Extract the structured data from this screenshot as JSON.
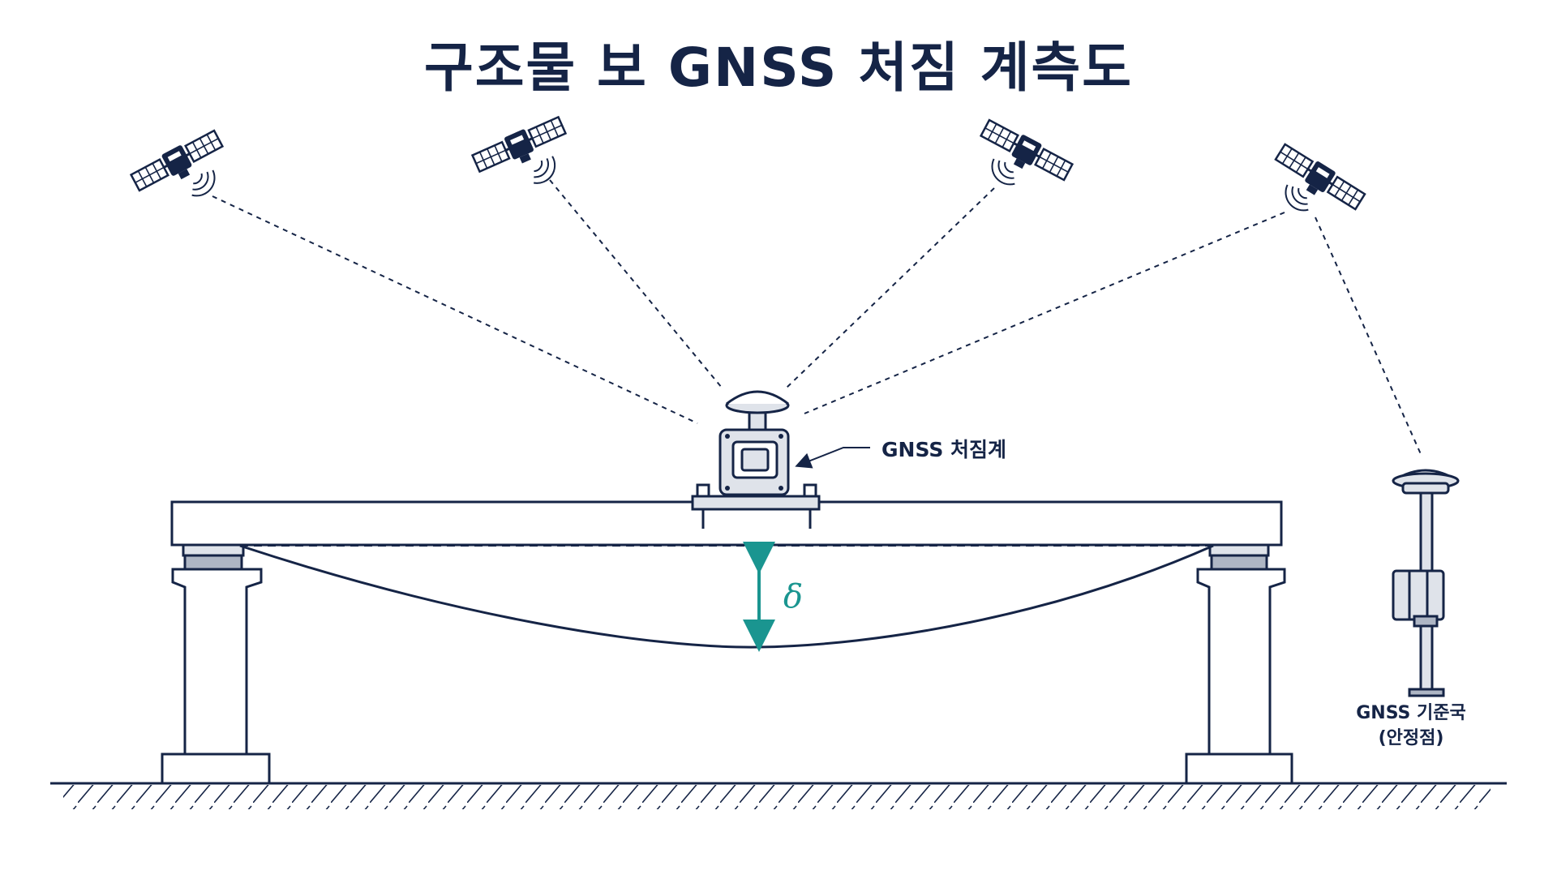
{
  "title": "구조물 보 GNSS 처짐 계측도",
  "labels": {
    "rover": "GNSS 처짐계",
    "base_line1": "GNSS 기준국",
    "base_line2": "(안정점)",
    "deflection": "δ"
  },
  "colors": {
    "ink": "#152446",
    "deflection_arrow": "#1a9590",
    "equipment_fill": "#dfe3ea",
    "equipment_dark": "#aeb6c4"
  },
  "icons": {
    "satellite": "satellite-icon",
    "signal": "signal-waves-icon",
    "rover_antenna": "gnss-antenna-icon",
    "base_antenna": "gnss-antenna-icon"
  },
  "satellite_count": 4
}
